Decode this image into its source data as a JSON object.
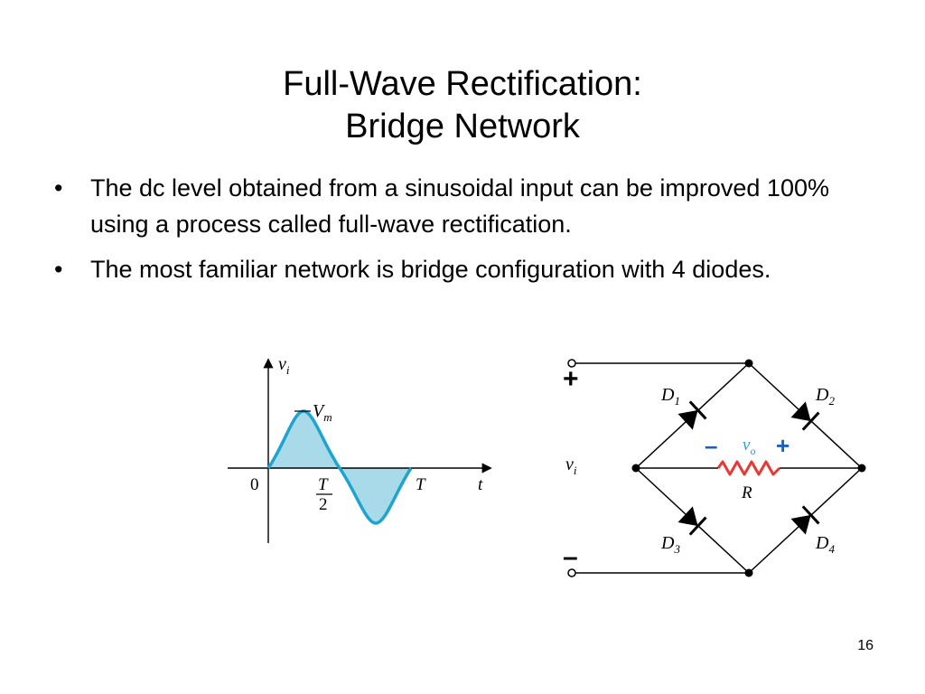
{
  "slide": {
    "title_line1": "Full-Wave Rectification:",
    "title_line2": "Bridge Network",
    "bullets": [
      "The dc level obtained from a sinusoidal input can be improved 100% using a process called full-wave rectification.",
      "The most familiar network is bridge configuration with 4 diodes."
    ],
    "bullet_symbol": "•",
    "page_number": "16"
  },
  "waveform": {
    "y_axis_label": "v",
    "y_axis_sub": "i",
    "peak_label": "V",
    "peak_sub": "m",
    "origin_label": "0",
    "half_period_num": "T",
    "half_period_den": "2",
    "period_label": "T",
    "x_axis_label": "t",
    "fill_color": "#a8daea",
    "curve_color": "#1fa3cf"
  },
  "circuit": {
    "plus_input": "+",
    "minus_input": "–",
    "input_label": "v",
    "input_sub": "i",
    "d1": "D",
    "d1_sub": "1",
    "d2": "D",
    "d2_sub": "2",
    "d3": "D",
    "d3_sub": "3",
    "d4": "D",
    "d4_sub": "4",
    "out_minus": "–",
    "out_plus": "+",
    "out_label": "v",
    "out_sub": "o",
    "resistor_label": "R",
    "accent_color": "#1565c0",
    "out_label_color": "#1fa3cf"
  }
}
